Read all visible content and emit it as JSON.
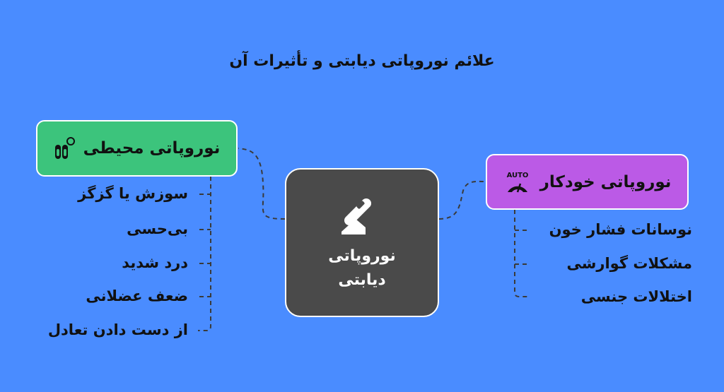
{
  "title": "علائم نوروپاتی دیابتی و تأثیرات آن",
  "center": {
    "line1": "نوروپاتی",
    "line2": "دیابتی",
    "icon": "glucose-meter-icon",
    "color": "#4a4a4a"
  },
  "left_branch": {
    "label": "نوروپاتی محیطی",
    "icon": "fingertips-icon",
    "color": "#3cc47c",
    "items": [
      "سوزش یا گزگز",
      "بی‌حسی",
      "درد شدید",
      "ضعف عضلانی",
      "از دست دادن تعادل"
    ]
  },
  "right_branch": {
    "label": "نوروپاتی خودکار",
    "icon": "auto-gauge-icon",
    "icon_text": "AUTO",
    "color": "#bb5ae6",
    "items": [
      "نوسانات فشار خون",
      "مشکلات گوارشی",
      "اختلالات جنسی"
    ]
  },
  "background": "#4a8cff"
}
